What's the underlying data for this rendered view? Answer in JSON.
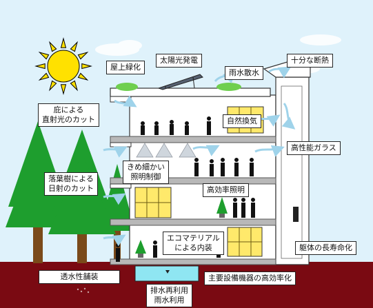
{
  "labels": {
    "rooftop_greening": "屋上緑化",
    "solar_power": "太陽光発電",
    "rainwater_sprinkling": "雨水散水",
    "sufficient_insulation": "十分な断熱",
    "eaves_cut": "庇による\n直射光のカット",
    "natural_ventilation": "自然換気",
    "high_performance_glass": "高性能ガラス",
    "fine_lighting_control": "きめ細かい\n照明制御",
    "deciduous_trees_cut": "落葉樹による\n日射のカット",
    "efficient_lighting": "高効率照明",
    "eco_materials": "エコマテリアル\nによる内装",
    "building_longevity": "躯体の長寿命化",
    "permeable_paving": "透水性舗装",
    "efficient_equipment": "主要設備機器の高効率化",
    "water_reuse": "排水再利用\n雨水利用"
  },
  "colors": {
    "sky": "#dff2fb",
    "sun": "#ffe100",
    "ground": "#7a0a12",
    "tree": "#1e9e2e",
    "trunk": "#7a4a1a",
    "green_roof": "#6fcf4f",
    "window_yellow": "#ffe96b",
    "wind_arrow": "#9fd3ea",
    "water_tank": "#8fe6f2",
    "building_wall": "#ffffff",
    "slab": "#b8b8b8"
  }
}
